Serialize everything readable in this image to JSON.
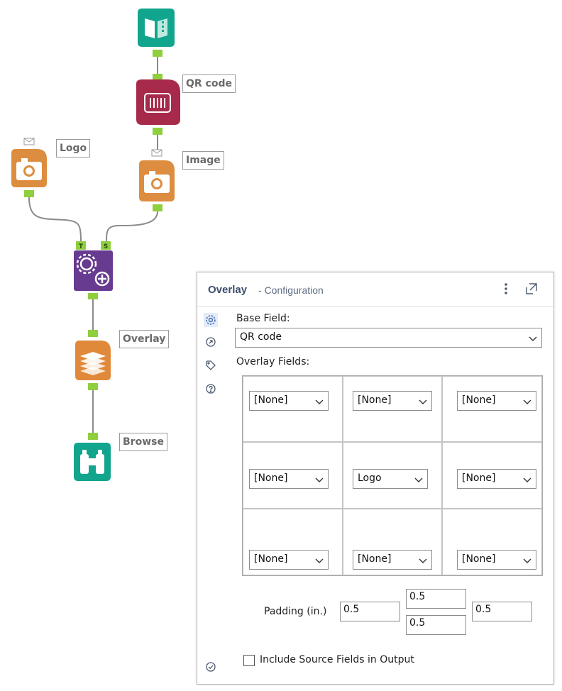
{
  "workflow": {
    "labels": {
      "qr_code": "QR code",
      "logo": "Logo",
      "image": "Image",
      "overlay": "Overlay",
      "browse": "Browse"
    },
    "anchors": {
      "targets": "T",
      "source": "S"
    },
    "colors": {
      "input_tool": "#12a58e",
      "barcode_tool": "#a72a4a",
      "image_tool": "#dd8d3f",
      "macro_tool": "#673b8f",
      "overlay_tool": "#e0893b",
      "browse_tool": "#12a58e",
      "connector": "#8fcf3e",
      "wire": "#8a8a8a"
    }
  },
  "panel": {
    "title": "Overlay",
    "subtitle": "- Configuration",
    "header_icons": [
      "more-vertical-icon",
      "undock-icon"
    ],
    "side_icons": [
      "gear-icon",
      "navigate-icon",
      "tag-icon",
      "help-icon",
      "check-circle-icon"
    ],
    "base_field_label": "Base Field:",
    "base_field_value": "QR code",
    "overlay_fields_label": "Overlay Fields:",
    "overlay_grid": [
      [
        "[None]",
        "[None]",
        "[None]"
      ],
      [
        "[None]",
        "Logo",
        "[None]"
      ],
      [
        "[None]",
        "[None]",
        "[None]"
      ]
    ],
    "padding_label": "Padding (in.)",
    "padding": {
      "left": "0.5",
      "top": "0.5",
      "bottom": "0.5",
      "right": "0.5"
    },
    "include_source_label": "Include Source Fields in Output",
    "include_source_checked": false
  }
}
